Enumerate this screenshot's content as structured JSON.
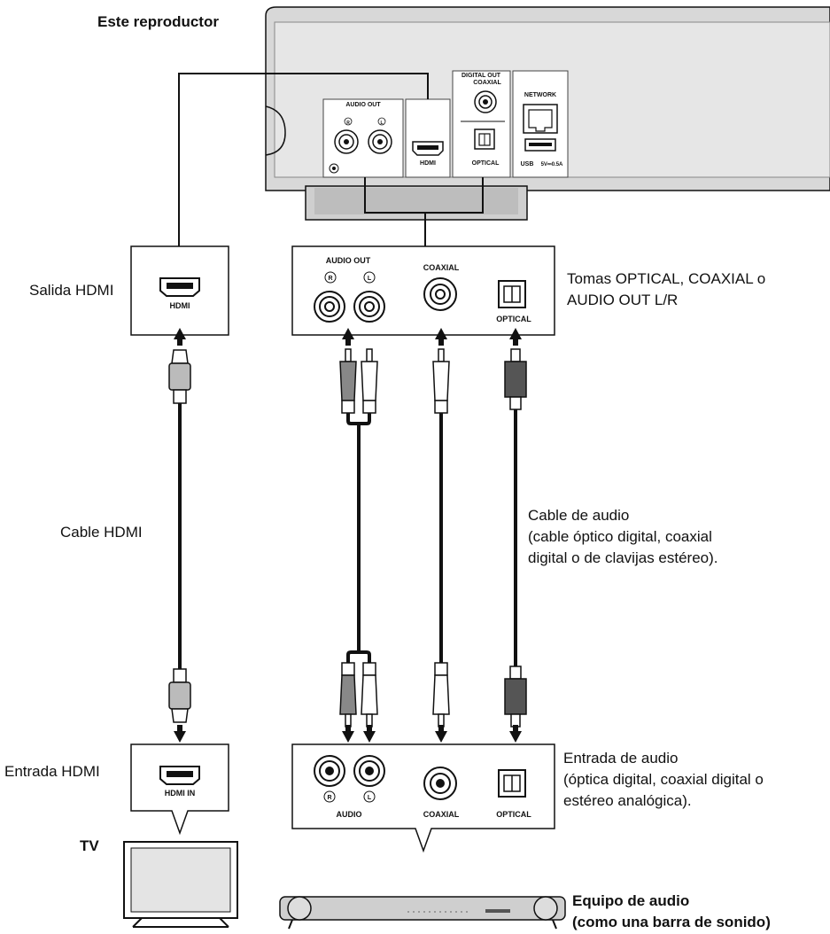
{
  "labels": {
    "player": "Este reproductor",
    "hdmi_out": "Salida HDMI",
    "hdmi_in": "Entrada HDMI",
    "hdmi_cable": "Cable HDMI",
    "jacks_line1": "Tomas OPTICAL, COAXIAL o",
    "jacks_line2": "AUDIO OUT L/R",
    "audio_cable_line1": "Cable de audio",
    "audio_cable_line2": "(cable óptico digital, coaxial",
    "audio_cable_line3": "digital o de clavijas estéreo).",
    "audio_in_line1": "Entrada de audio",
    "audio_in_line2": "(óptica digital, coaxial digital o",
    "audio_in_line3": "estéreo analógica).",
    "tv": "TV",
    "equipment_line1": "Equipo de audio",
    "equipment_line2": "(como una barra de sonido)"
  },
  "player_panel": {
    "audio_out": "AUDIO OUT",
    "r": "R",
    "l": "L",
    "hdmi": "HDMI",
    "digital_out": "DIGITAL OUT",
    "coaxial": "COAXIAL",
    "optical": "OPTICAL",
    "network": "NETWORK",
    "usb": "USB",
    "usb_rating": "5V⎓0.5A"
  },
  "callout_top": {
    "audio_out": "AUDIO OUT",
    "r": "R",
    "l": "L",
    "coaxial": "COAXIAL",
    "optical": "OPTICAL"
  },
  "hdmi_out_box": {
    "label": "HDMI"
  },
  "hdmi_in_box": {
    "label": "HDMI IN"
  },
  "callout_bottom": {
    "r": "R",
    "l": "L",
    "audio": "AUDIO",
    "coaxial": "COAXIAL",
    "optical": "OPTICAL"
  }
}
